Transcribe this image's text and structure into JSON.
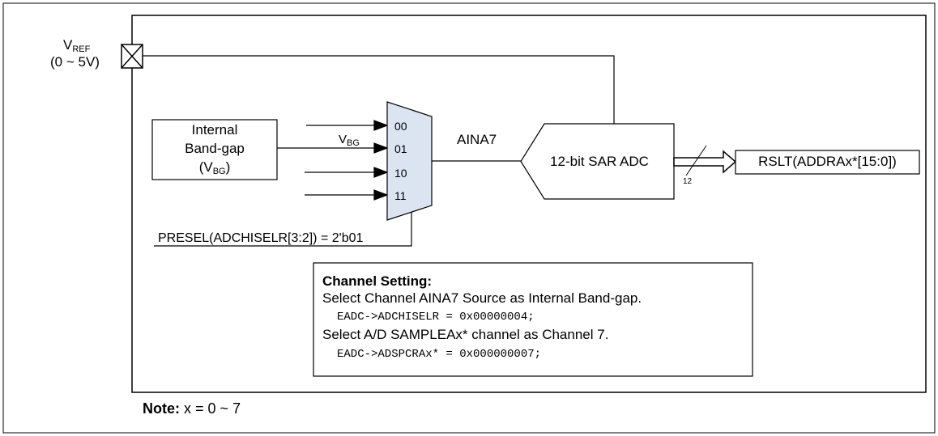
{
  "vref": {
    "label": "V",
    "sub": "REF",
    "range": "(0 ~ 5V)"
  },
  "bandgap": {
    "line1": "Internal",
    "line2": "Band-gap",
    "line3a": "(V",
    "line3sub": "BG",
    "line3b": ")"
  },
  "vbg": {
    "label": "V",
    "sub": "BG"
  },
  "mux": {
    "inputs": [
      "00",
      "01",
      "10",
      "11"
    ]
  },
  "aina": "AINA7",
  "adc": "12-bit SAR ADC",
  "bus_width": "12",
  "result": "RSLT(ADDRAx*[15:0])",
  "presel": "PRESEL(ADCHISELR[3:2]) = 2'b01",
  "channel_setting": {
    "title": "Channel Setting:",
    "line1": "Select Channel AINA7 Source as Internal Band-gap.",
    "code1": "EADC->ADCHISELR = 0x00000004;",
    "line2": "Select A/D SAMPLEAx* channel as Channel 7.",
    "code2": "EADC->ADSPCRAx* = 0x000000007;"
  },
  "note": {
    "label": "Note:",
    "text": " x = 0 ~ 7"
  },
  "colors": {
    "mux_fill": "#dbe5f1",
    "line": "#000000"
  }
}
